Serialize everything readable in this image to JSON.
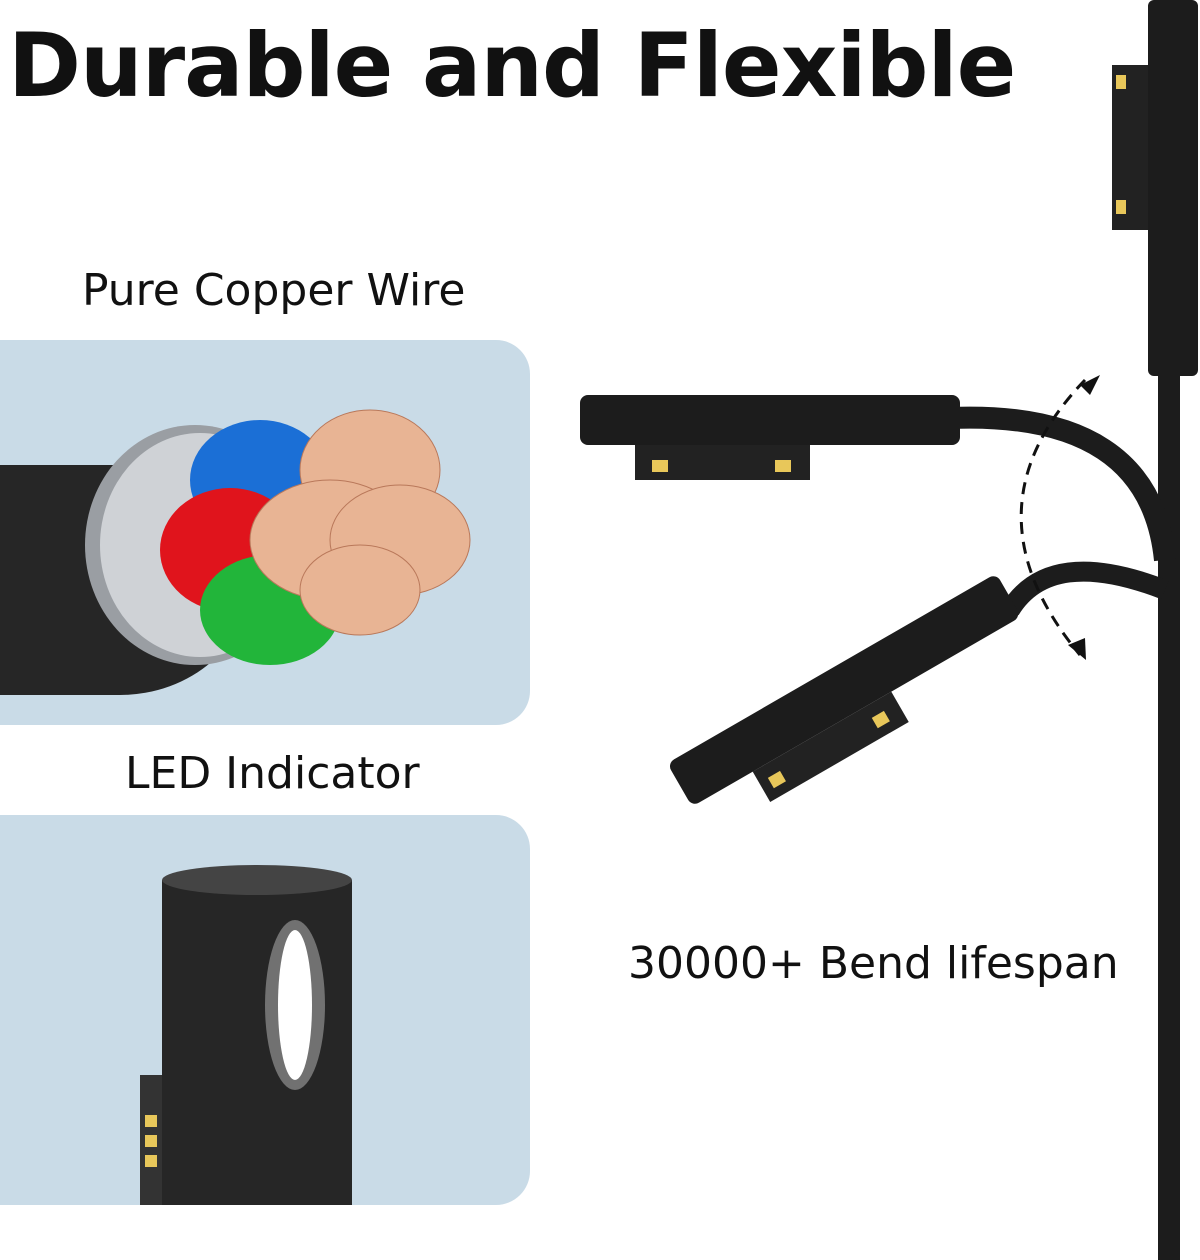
{
  "title": "Durable and Flexible",
  "features": [
    {
      "label": "Pure Copper Wire"
    },
    {
      "label": "LED Indicator"
    },
    {
      "label": "30000+ Bend lifespan"
    }
  ],
  "colors": {
    "panel": "#c9dbe7",
    "cable": "#1c1c1c",
    "copper": "#e8b494",
    "wire_blue": "#1b6fd6",
    "wire_red": "#e0141c",
    "wire_green": "#22b53a",
    "pin": "#e8c75a"
  }
}
